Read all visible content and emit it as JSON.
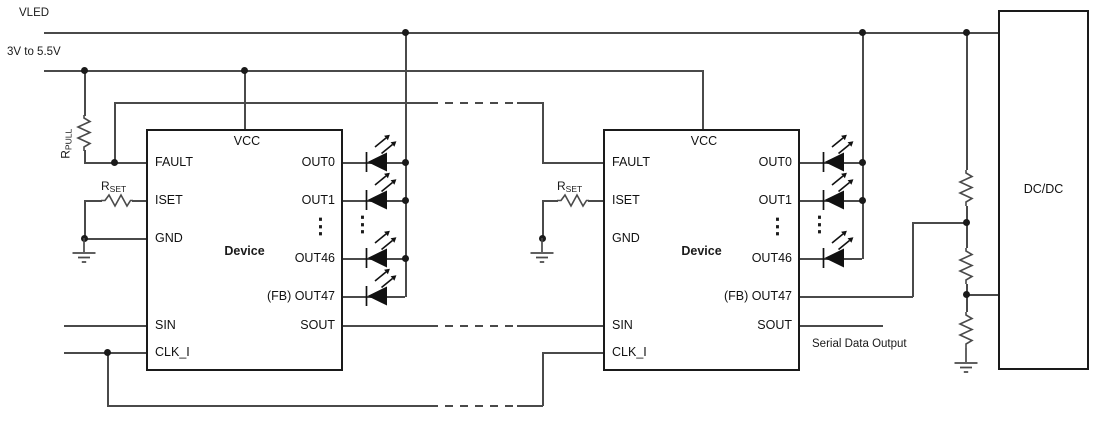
{
  "net_labels": {
    "vled": "VLED",
    "supply": "3V to 5.5V",
    "serial_out": "Serial Data Output"
  },
  "resistors": {
    "rpull_base": "R",
    "rpull_sub": "PULL",
    "rset_base": "R",
    "rset_sub": "SET"
  },
  "device1": {
    "title": "Device",
    "vcc": "VCC",
    "fault": "FAULT",
    "iset": "ISET",
    "gnd": "GND",
    "sin": "SIN",
    "clk": "CLK_I",
    "out0": "OUT0",
    "out1": "OUT1",
    "out46": "OUT46",
    "out47": "(FB) OUT47",
    "sout": "SOUT",
    "ellipsis": "⋮"
  },
  "device2": {
    "title": "Device",
    "vcc": "VCC",
    "fault": "FAULT",
    "iset": "ISET",
    "gnd": "GND",
    "sin": "SIN",
    "clk": "CLK_I",
    "out0": "OUT0",
    "out1": "OUT1",
    "out46": "OUT46",
    "out47": "(FB) OUT47",
    "sout": "SOUT",
    "ellipsis": "⋮"
  },
  "dcdc": {
    "label": "DC/DC"
  },
  "colors": {
    "wire": "#4a4a4a",
    "ink": "#1a1a1a"
  }
}
